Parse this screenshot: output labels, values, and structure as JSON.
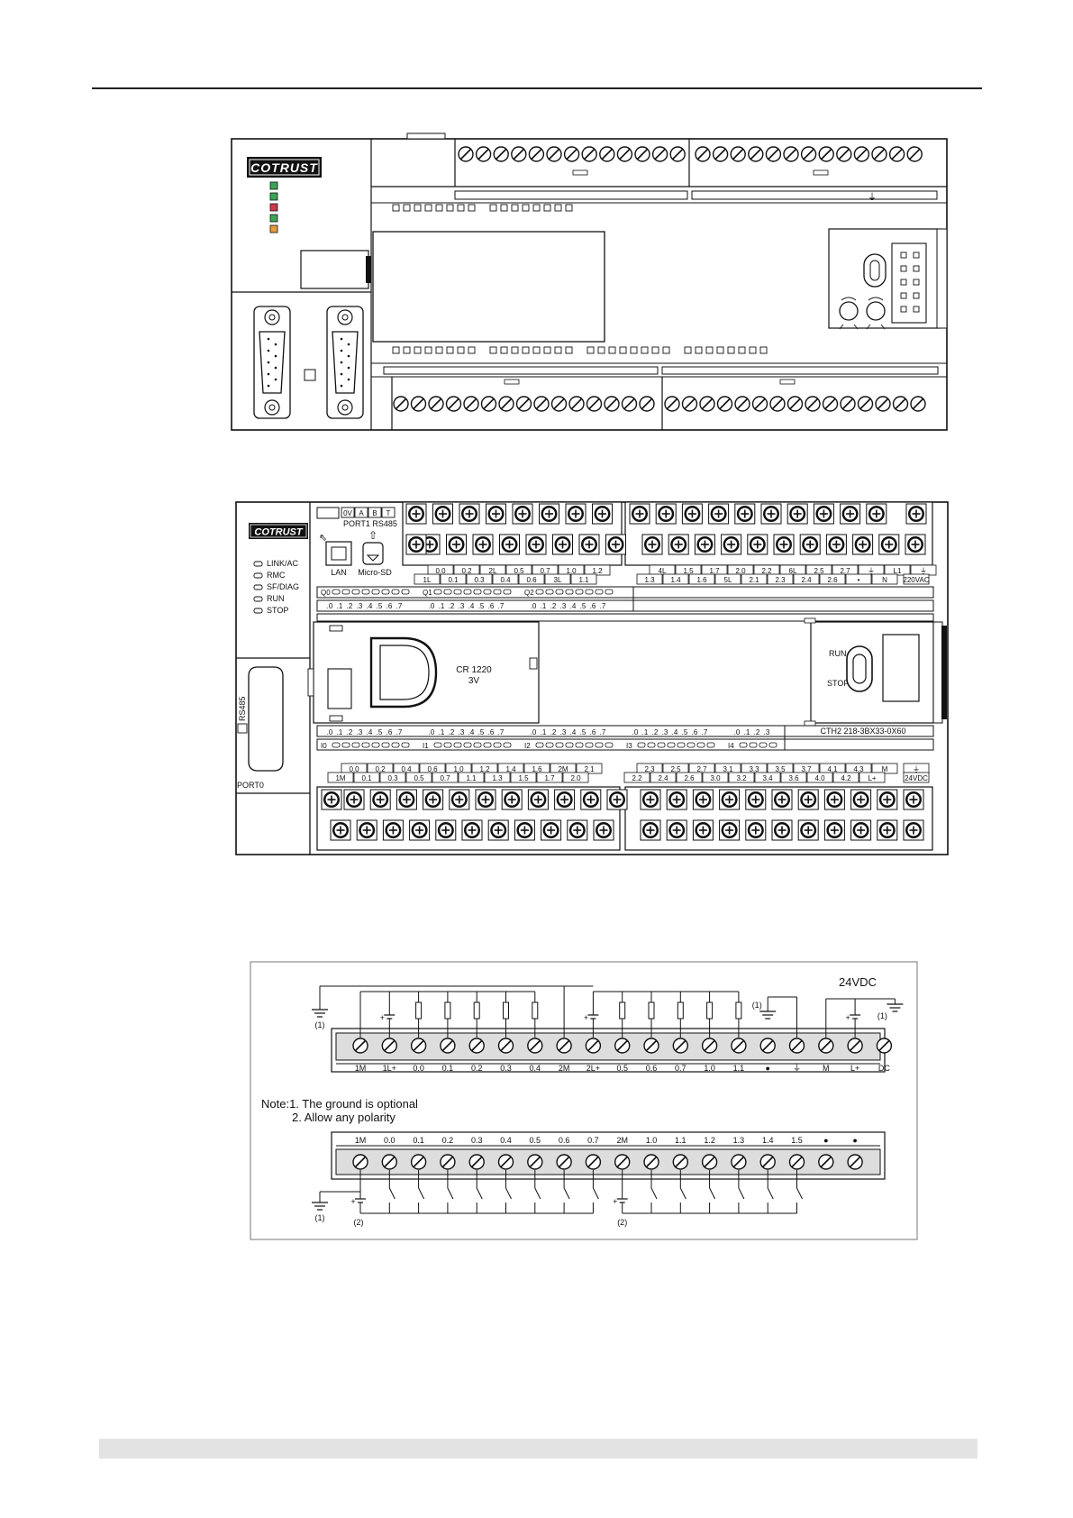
{
  "brand": "COTRUST",
  "plc1": {
    "led_colors": [
      "#3aa655",
      "#3aa655",
      "#d0374a",
      "#3aa655",
      "#e69a3a"
    ]
  },
  "plc2": {
    "port1_labels": [
      "0V",
      "A",
      "B",
      "T"
    ],
    "port1_caption": "PORT1  RS485",
    "led_labels": [
      "LINK/AC",
      "RMC",
      "SF/DIAG",
      "RUN",
      "STOP"
    ],
    "lan_label": "LAN",
    "sd_label": "Micro-SD",
    "rs485_label": "RS485",
    "port0_label": "PORT0",
    "battery_text": [
      "CR 1220",
      "3V"
    ],
    "run_label": "RUN",
    "stop_label": "STOP",
    "model_label": "CTH2 218-3BX33-0X60",
    "top_row1": [
      "0.0",
      "0.2",
      "2L",
      "0.5",
      "0.7",
      "1.0",
      "1.2",
      "4L",
      "1.5",
      "1.7",
      "2.0",
      "2.2",
      "6L",
      "2.5",
      "2.7",
      "⏚",
      "L1",
      "⏚"
    ],
    "top_row2": [
      "1L",
      "0.1",
      "0.3",
      "0.4",
      "0.6",
      "3L",
      "1.1",
      "1.3",
      "1.4",
      "1.6",
      "5L",
      "2.1",
      "2.3",
      "2.4",
      "2.6",
      "•",
      "N",
      "220VAC"
    ],
    "q_groups": [
      "Q0",
      "Q1",
      "Q2"
    ],
    "bit_labels": [
      ".0",
      ".1",
      ".2",
      ".3",
      ".4",
      ".5",
      ".6",
      ".7"
    ],
    "i_groups": [
      "I0",
      "I1",
      "I2",
      "I3",
      "I4"
    ],
    "i4_bits": [
      ".0",
      ".1",
      ".2",
      ".3"
    ],
    "bot_row1": [
      "0.0",
      "0.2",
      "0.4",
      "0.6",
      "1.0",
      "1.2",
      "1.4",
      "1.6",
      "2M",
      "2.1",
      "2.3",
      "2.5",
      "2.7",
      "3.1",
      "3.3",
      "3.5",
      "3.7",
      "4.1",
      "4.3",
      "M",
      "⏚"
    ],
    "bot_row2": [
      "1M",
      "0.1",
      "0.3",
      "0.5",
      "0.7",
      "1.1",
      "1.3",
      "1.5",
      "1.7",
      "2.0",
      "2.2",
      "2.4",
      "2.6",
      "3.0",
      "3.2",
      "3.4",
      "3.6",
      "4.0",
      "4.2",
      "L+",
      "24VDC"
    ]
  },
  "wiring": {
    "supply_label": "24VDC",
    "ground_marker": "(1)",
    "polarity_marker": "(2)",
    "output_terminals": [
      "1M",
      "1L+",
      "0.0",
      "0.1",
      "0.2",
      "0.3",
      "0.4",
      "2M",
      "2L+",
      "0.5",
      "0.6",
      "0.7",
      "1.0",
      "1.1",
      "●",
      "⏚",
      "M",
      "L+",
      "DC"
    ],
    "notes": [
      "Note:1. The ground is optional",
      "2. Allow any polarity"
    ],
    "input_terminals": [
      "1M",
      "0.0",
      "0.1",
      "0.2",
      "0.3",
      "0.4",
      "0.5",
      "0.6",
      "0.7",
      "2M",
      "1.0",
      "1.1",
      "1.2",
      "1.3",
      "1.4",
      "1.5",
      "●",
      "●"
    ]
  }
}
